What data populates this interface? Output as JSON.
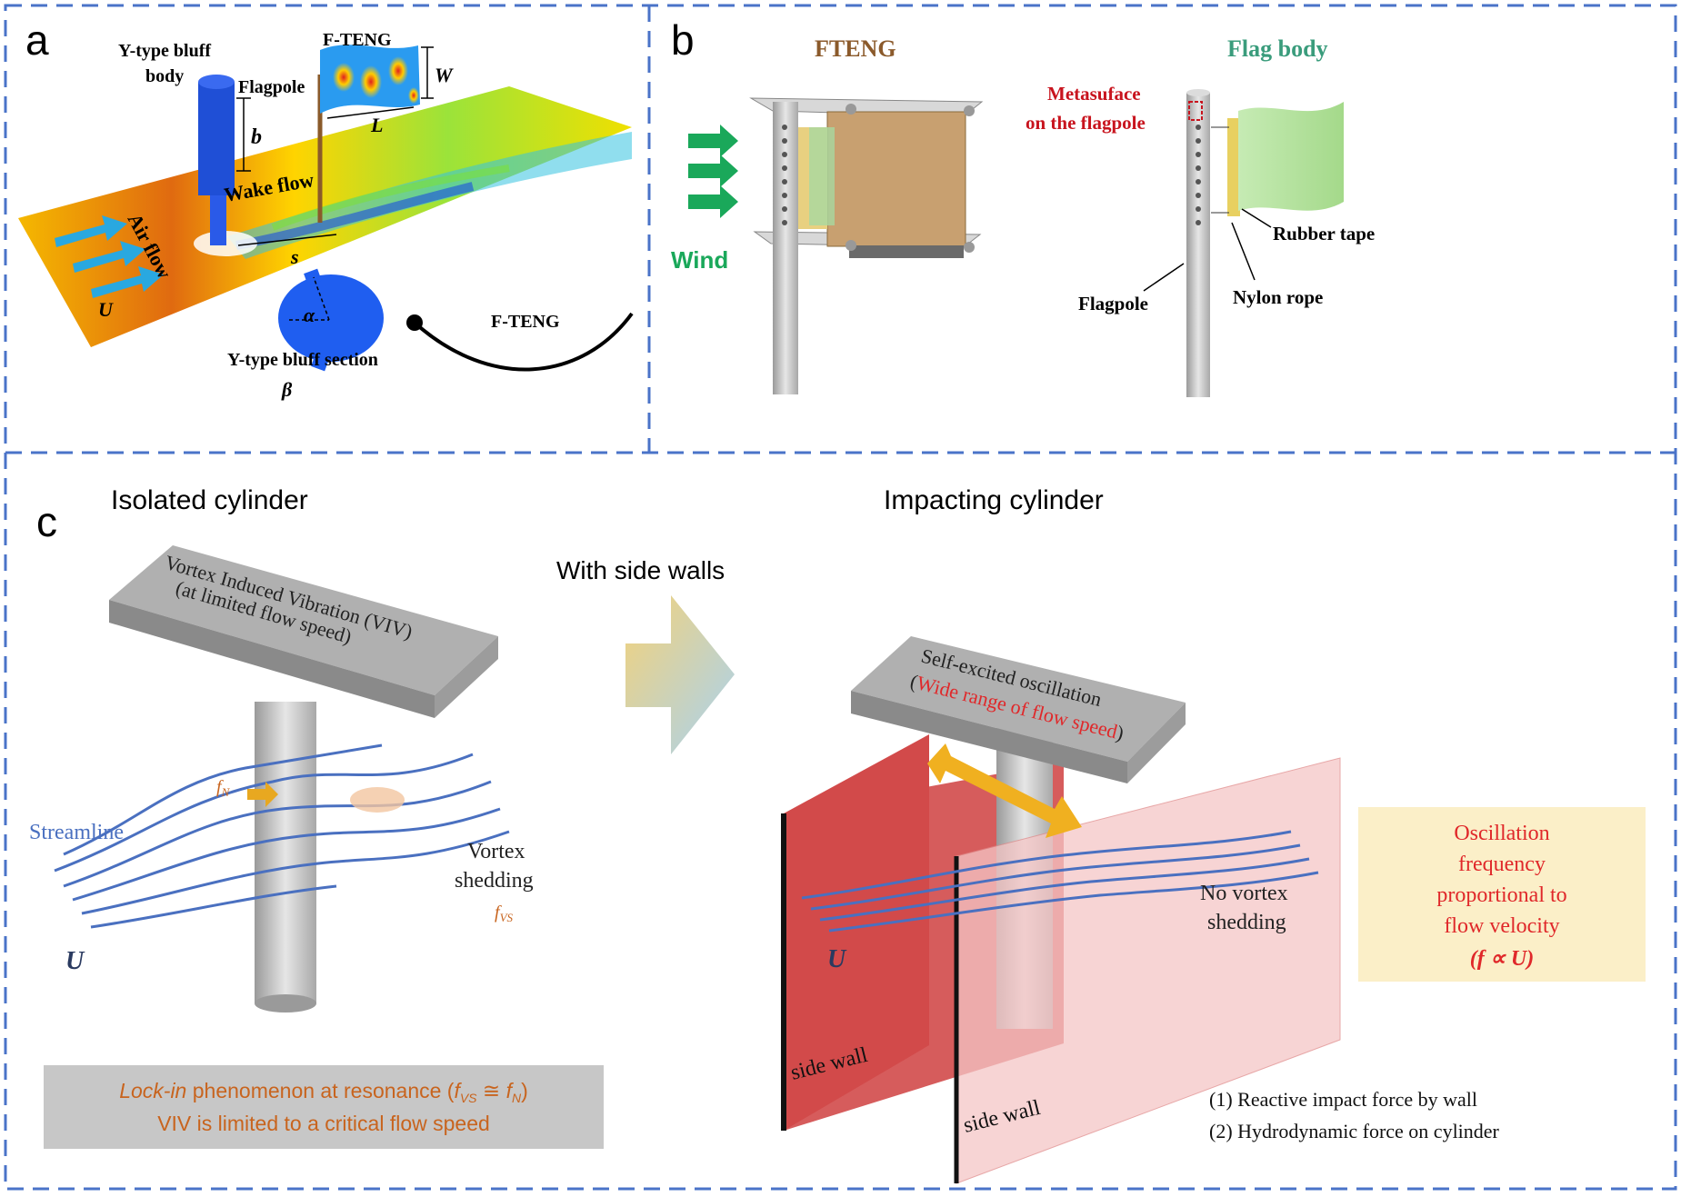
{
  "panels": {
    "a": {
      "letter": "a",
      "bluff_body": [
        "Y-type bluff",
        "body"
      ],
      "flagpole": "Flagpole",
      "fteng_top": "F-TENG",
      "dim_w": "W",
      "dim_l": "L",
      "dim_b": "b",
      "wake_flow": "Wake flow",
      "air_flow": "Air flow",
      "u": "U",
      "s": "s",
      "section_label": "Y-type bluff section",
      "alpha": "α",
      "beta": "β",
      "fteng_callout": "F-TENG"
    },
    "b": {
      "letter": "b",
      "fteng_title": "FTENG",
      "flag_body_title": "Flag body",
      "wind": "Wind",
      "metasurface": [
        "Metasuface",
        "on the flagpole"
      ],
      "rubber_tape": "Rubber tape",
      "flagpole": "Flagpole",
      "nylon_rope": "Nylon rope"
    },
    "c": {
      "letter": "c",
      "isolated_title": "Isolated cylinder",
      "impacting_title": "Impacting cylinder",
      "with_side_walls": "With side walls",
      "viv_plate": [
        "Vortex Induced Vibration (VIV)",
        "(at limited flow speed)"
      ],
      "fn": "f",
      "fn_sub": "N",
      "streamline": "Streamline",
      "vortex_shedding": [
        "Vortex",
        "shedding"
      ],
      "fvs": "f",
      "fvs_sub": "VS",
      "u_left": "U",
      "lockin_italic": "Lock-in",
      "lockin_rest": " phenomenon at resonance (",
      "lockin_formula_f1": "f",
      "lockin_formula_s1": "VS",
      "lockin_formula_mid": " ≅ ",
      "lockin_formula_f2": "f",
      "lockin_formula_s2": "N",
      "lockin_close": ")",
      "lockin_line2": "VIV is limited to a critical flow speed",
      "self_excited": "Self-excited oscillation",
      "wide_range_open": "(",
      "wide_range": "Wide range of flow speed",
      "wide_range_close": ")",
      "no_vortex": [
        "No vortex",
        "shedding"
      ],
      "u_right": "U",
      "side_wall_1": "side wall",
      "side_wall_2": "side wall",
      "osc_box": [
        "Oscillation",
        "frequency",
        "proportional to",
        "flow velocity",
        "(f ∝ U)"
      ],
      "force_1": "(1)  Reactive impact force by wall",
      "force_2": "(2)  Hydrodynamic force on cylinder"
    }
  },
  "colors": {
    "border_dash": "#4a73c8",
    "flow_arrow": "#29a8e0",
    "wind_green": "#1aa85a",
    "fteng_brown": "#8b5a2b",
    "flag_teal": "#3a9c7c",
    "metasurface_red": "#c8141e",
    "orange_text": "#c8641e",
    "red_accent": "#e0282a",
    "streamline_blue": "#4a70c0",
    "wall_red": "#d24a4a",
    "box_yellow": "#fbefc8",
    "lockin_gray": "#c7c7c7"
  }
}
